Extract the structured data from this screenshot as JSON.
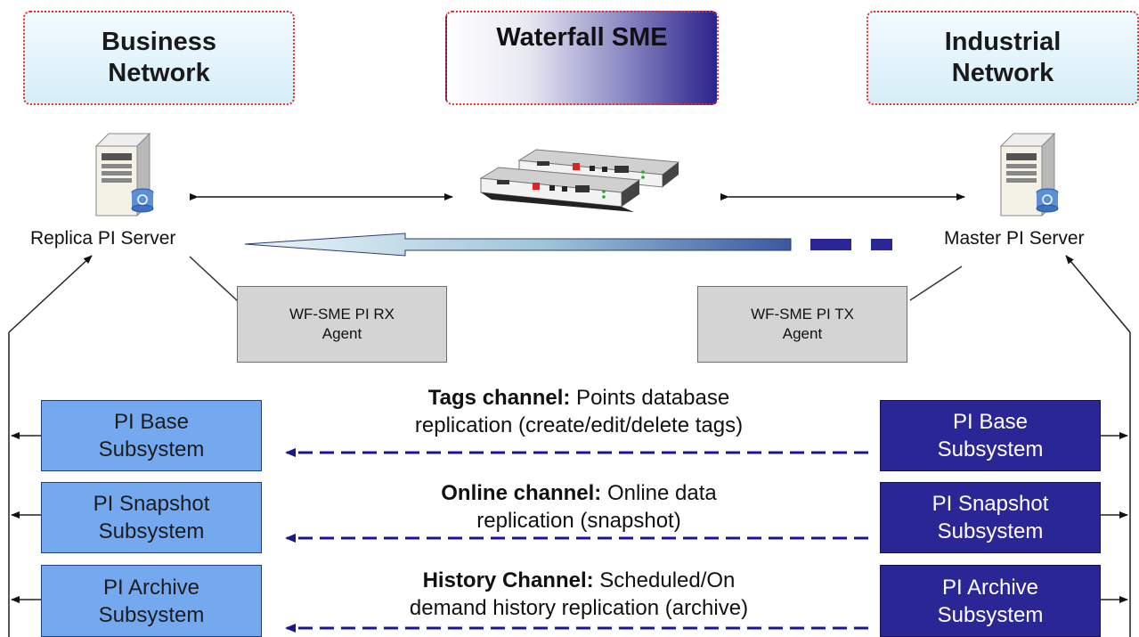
{
  "header": {
    "business_network": "Business\nNetwork",
    "waterfall_sme": "Waterfall SME",
    "industrial_network": "Industrial\nNetwork"
  },
  "servers": {
    "replica": "Replica PI Server",
    "master": "Master PI Server"
  },
  "agents": {
    "rx": "WF-SME PI RX\nAgent",
    "tx": "WF-SME PI TX\nAgent"
  },
  "subsystems": {
    "base": "PI Base\nSubsystem",
    "snapshot": "PI Snapshot\nSubsystem",
    "archive": "PI Archive\nSubsystem"
  },
  "channels": [
    {
      "name": "Tags channel:",
      "desc_1": " Points database",
      "desc_2": "replication (create/edit/delete tags)"
    },
    {
      "name": "Online channel:",
      "desc_1": " Online data",
      "desc_2": "replication (snapshot)"
    },
    {
      "name": "History Channel:",
      "desc_1": " Scheduled/On",
      "desc_2": "demand history replication (archive)"
    }
  ],
  "colors": {
    "accent_dark": "#2b2696",
    "accent_light": "#74a9f0",
    "dotted_border": "#e0302a",
    "agent_gray": "#d4d4d4"
  },
  "icons": [
    "server-tower-icon",
    "waterfall-appliance-icon"
  ]
}
